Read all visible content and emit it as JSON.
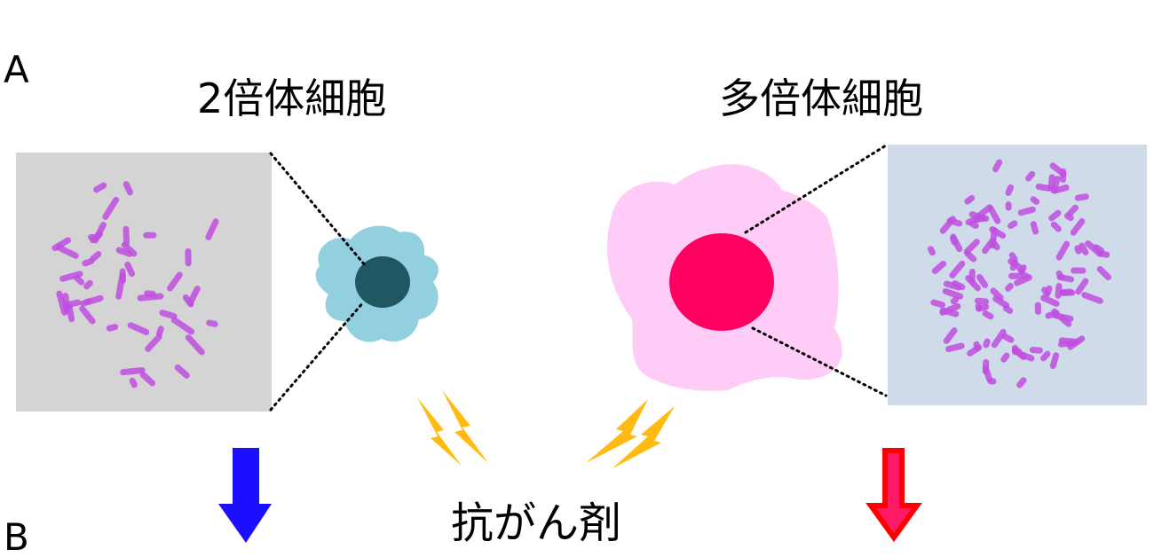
{
  "panel_labels": {
    "a": "A",
    "b": "B"
  },
  "diploid": {
    "title": "2倍体細胞",
    "cell_color": "#92cfdf",
    "nucleus_color": "#1f5763",
    "micrograph_bg": "#d4d4d4"
  },
  "polyploid": {
    "title": "多倍体細胞",
    "cell_color": "#ffccf7",
    "nucleus_color": "#ff0060",
    "micrograph_bg": "#d0dbe9"
  },
  "drug": {
    "label": "抗がん剤",
    "bolt_color": "#ffbb11"
  },
  "arrows": {
    "diploid_color": "#1a0fff",
    "polyploid_color": "#ff0000",
    "polyploid_fill": "#ff1a66"
  },
  "chromosome_color": "#c04de0"
}
